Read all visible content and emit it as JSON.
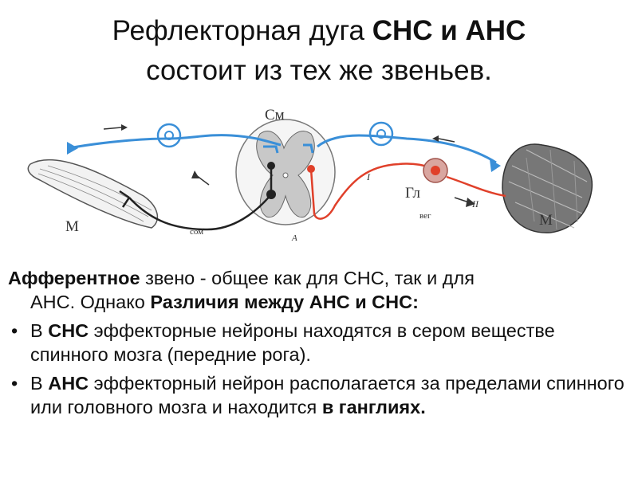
{
  "title": {
    "part1": "Рефлекторная дуга ",
    "part1_bold": "СНС и АНС",
    "line2": "состоит из тех же звеньев."
  },
  "diagram": {
    "labels": {
      "spinal_cord": "См",
      "muscle_left": "М",
      "muscle_right": "М",
      "ganglion": "Гл",
      "somatic": "сом",
      "vegetative": "вег",
      "fiber_one": "I",
      "fiber_two": "II",
      "point_a": "А"
    },
    "colors": {
      "afferent": "#3a8fd8",
      "somatic_efferent": "#222222",
      "autonomic_efferent": "#e0402a",
      "ganglion_fill": "#d9a6a0",
      "cord_fill": "#c8c8c8"
    }
  },
  "content": {
    "afferent_bold": "Афферентное",
    "afferent_rest": " звено -  общее как для СНС, так и для",
    "line2_start": "АНС. Однако ",
    "line2_bold": "Различия между АНС и СНС:",
    "bullet_char": "•",
    "bullet1_start": "В ",
    "bullet1_bold": "СНС",
    "bullet1_rest": " эффекторные нейроны находятся в сером веществе спинного мозга (передние рога).",
    "bullet2_start": "В ",
    "bullet2_bold": "АНС",
    "bullet2_rest": " эффекторный нейрон располагается за пределами спинного или головного мозга и находится ",
    "bullet2_end_bold": "в ганглиях."
  }
}
